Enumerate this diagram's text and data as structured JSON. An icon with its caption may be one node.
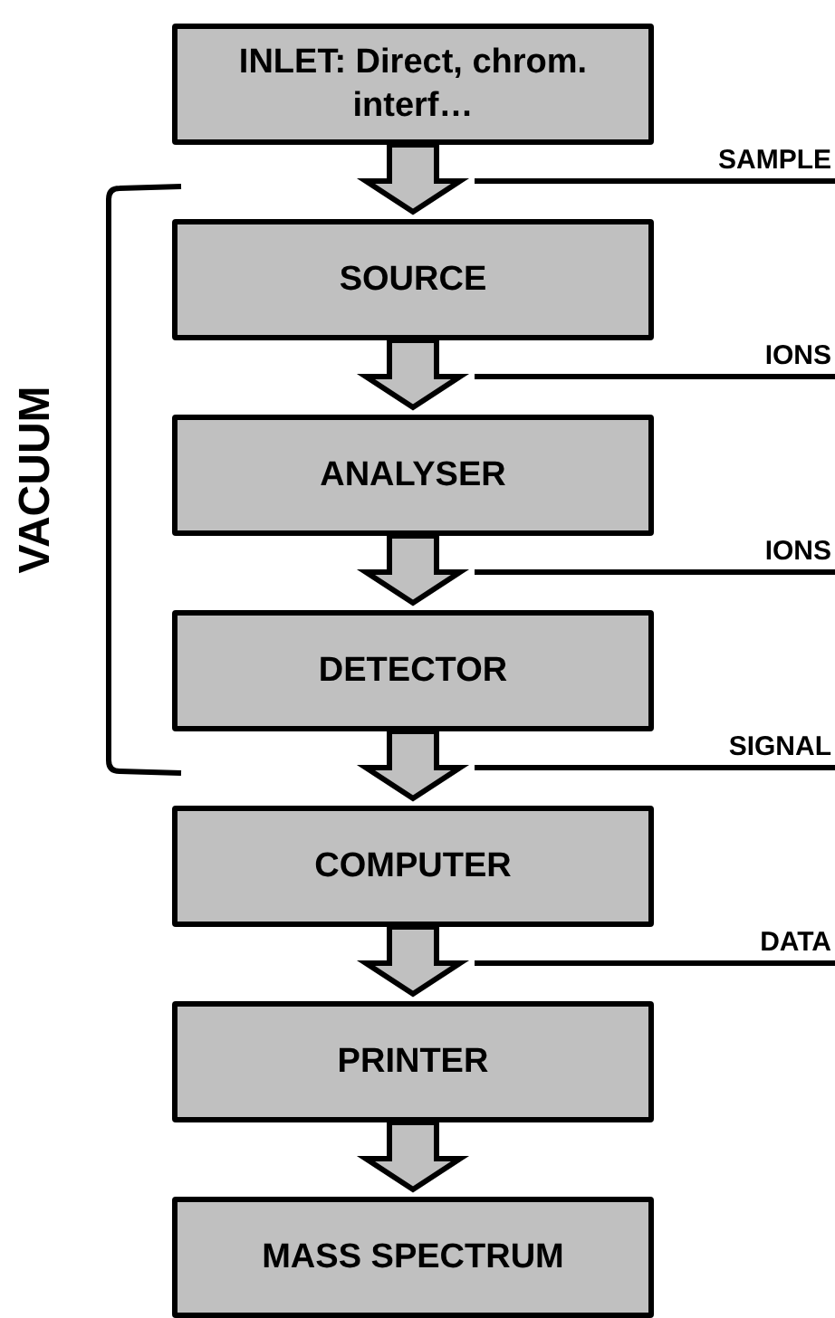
{
  "diagram": {
    "nodes": [
      {
        "text": [
          "INLET: Direct, chrom. interf…"
        ]
      },
      {
        "text": [
          "SOURCE"
        ]
      },
      {
        "text": [
          "ANALYSER"
        ]
      },
      {
        "text": [
          "DETECTOR"
        ]
      },
      {
        "text": [
          "COMPUTER"
        ]
      },
      {
        "text": [
          "PRINTER"
        ]
      },
      {
        "text": [
          "MASS SPECTRUM"
        ]
      }
    ],
    "edges": [
      {
        "from": 0,
        "to": 1,
        "arrow": "to"
      },
      {
        "from": 1,
        "to": 2,
        "arrow": "to"
      },
      {
        "from": 2,
        "to": 3,
        "arrow": "to"
      },
      {
        "from": 3,
        "to": 4,
        "arrow": "to"
      },
      {
        "from": 4,
        "to": 5,
        "arrow": "to"
      },
      {
        "from": 5,
        "to": 6,
        "arrow": "to"
      }
    ],
    "labels": [
      "SAMPLE",
      "IONS",
      "VACUUM",
      "IONS",
      "SIGNAL",
      "DATA"
    ]
  }
}
